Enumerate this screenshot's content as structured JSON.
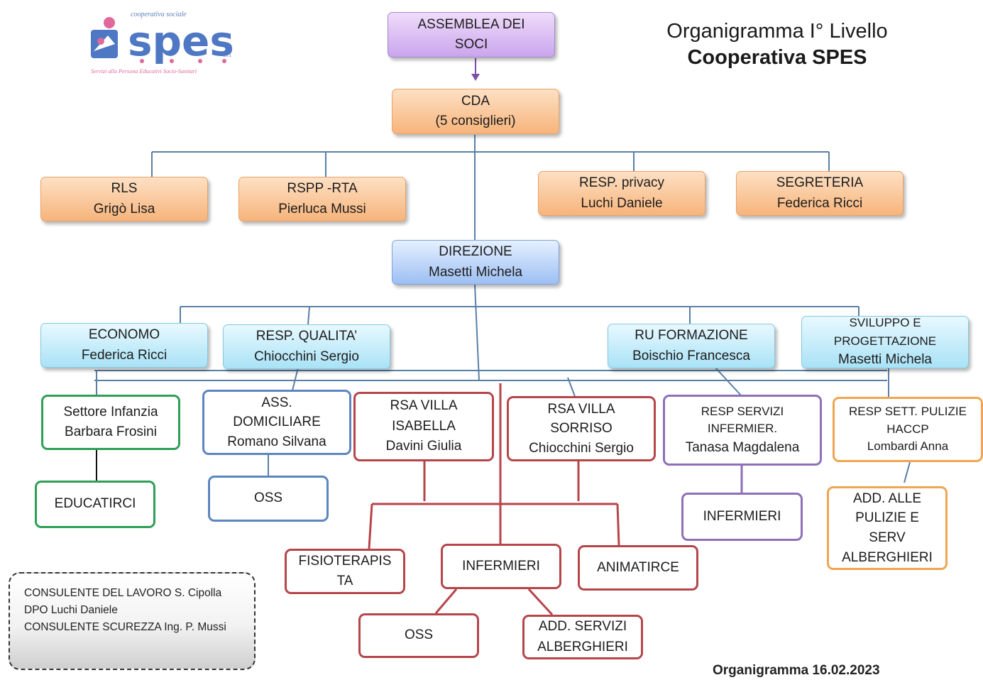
{
  "header": {
    "title_line1": "Organigramma  I° Livello",
    "title_line2": "Cooperativa   SPES",
    "date": "Organigramma 16.02.2023"
  },
  "logo": {
    "top_text": "cooperativa  sociale",
    "name": "spes",
    "suffix": "s.r.l.",
    "tagline": "Servizi alla Persona Educativi Socio-Sanitari",
    "colors": {
      "blue": "#4f78c4",
      "pink": "#e0689a"
    }
  },
  "nodes": {
    "assemblea": {
      "lines": [
        "ASSEMBLEA DEI",
        "SOCI"
      ]
    },
    "cda": {
      "lines": [
        "CDA",
        "(5 consiglieri)"
      ]
    },
    "rls": {
      "lines": [
        "RLS",
        "Grigò Lisa"
      ]
    },
    "rspp": {
      "lines": [
        "RSPP -RTA",
        "Pierluca Mussi"
      ]
    },
    "privacy": {
      "lines": [
        "RESP. privacy",
        "Luchi Daniele"
      ]
    },
    "segreteria": {
      "lines": [
        "SEGRETERIA",
        "Federica  Ricci"
      ]
    },
    "direzione": {
      "lines": [
        "DIREZIONE",
        "Masetti Michela"
      ]
    },
    "economo": {
      "lines": [
        "ECONOMO",
        "Federica Ricci"
      ]
    },
    "qualita": {
      "lines": [
        "RESP. QUALITA’",
        "Chiocchini  Sergio"
      ]
    },
    "formazione": {
      "lines": [
        "RU  FORMAZIONE",
        "Boischio Francesca"
      ]
    },
    "sviluppo": {
      "lines": [
        "SVILUPPO E",
        "PROGETTAZIONE",
        "Masetti Michela"
      ]
    },
    "infanzia": {
      "lines": [
        "Settore Infanzia",
        "Barbara Frosini"
      ]
    },
    "domiciliare": {
      "lines": [
        "ASS.",
        "DOMICILIARE",
        "Romano Silvana"
      ]
    },
    "isabella": {
      "lines": [
        "RSA VILLA",
        "ISABELLA",
        "Davini Giulia"
      ]
    },
    "sorriso": {
      "lines": [
        "RSA VILLA",
        "SORRISO",
        "Chiocchini Sergio"
      ]
    },
    "infermieristici": {
      "lines": [
        "RESP SERVIZI",
        "INFERMIER.",
        "Tanasa Magdalena"
      ]
    },
    "pulizie": {
      "lines": [
        "RESP SETT. PULIZIE",
        "HACCP",
        "Lombardi Anna"
      ]
    },
    "educatirci": {
      "lines": [
        "EDUCATIRCI"
      ]
    },
    "oss_dom": {
      "lines": [
        "OSS"
      ]
    },
    "infermieri_r": {
      "lines": [
        "INFERMIERI"
      ]
    },
    "add_pulizie": {
      "lines": [
        "ADD. ALLE",
        "PULIZIE E",
        "SERV",
        "ALBERGHIERI"
      ]
    },
    "fisioterapista": {
      "lines": [
        "FISIOTERAPIS",
        "TA"
      ]
    },
    "infermieri_c": {
      "lines": [
        "INFERMIERI"
      ]
    },
    "animatirce": {
      "lines": [
        "ANIMATIRCE"
      ]
    },
    "oss_rsa": {
      "lines": [
        "OSS"
      ]
    },
    "add_servizi": {
      "lines": [
        "ADD. SERVIZI",
        "ALBERGHIERI"
      ]
    }
  },
  "consultants": {
    "lines": [
      "CONSULENTE DEL LAVORO S. Cipolla",
      "DPO  Luchi Daniele",
      "CONSULENTE SCUREZZA Ing. P. Mussi"
    ]
  },
  "colors": {
    "line": "#5a7fa6",
    "red_line": "#b6454a",
    "purple_arrow": "#7b4fa8"
  }
}
